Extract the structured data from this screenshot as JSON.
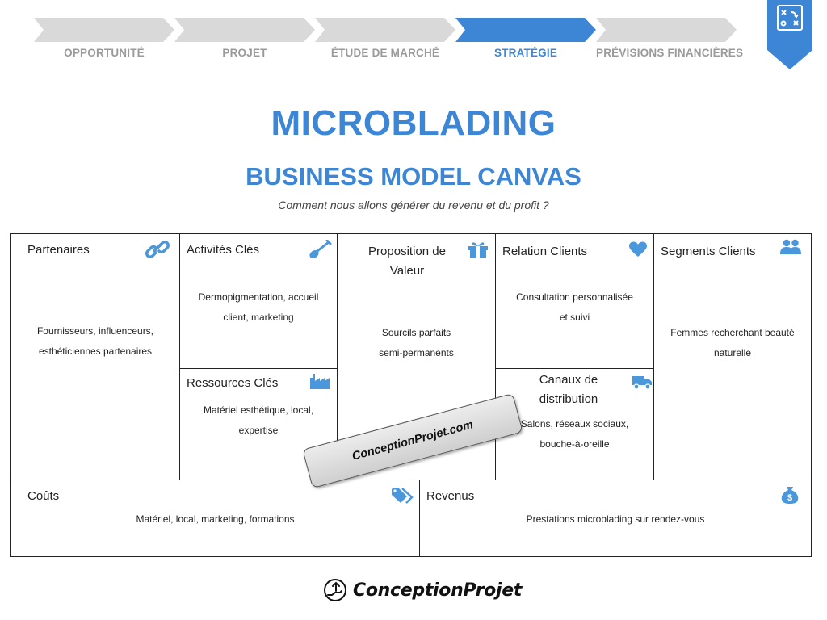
{
  "steps": [
    {
      "label": "OPPORTUNITÉ",
      "active": false
    },
    {
      "label": "PROJET",
      "active": false
    },
    {
      "label": "ÉTUDE DE MARCHÉ",
      "active": false
    },
    {
      "label": "STRATÉGIE",
      "active": true
    },
    {
      "label": "PRÉVISIONS FINANCIÈRES",
      "active": false
    }
  ],
  "colors": {
    "accent": "#3d86d6",
    "step_inactive": "#d9d9d9",
    "step_label_inactive": "#9a9a9a",
    "icon": "#4a97db",
    "border": "#222222"
  },
  "header": {
    "title": "MICROBLADING",
    "subtitle": "BUSINESS MODEL CANVAS",
    "tagline": "Comment nous allons générer du revenu et du profit ?",
    "badge_icon": "strategy-board-icon"
  },
  "canvas": {
    "partenaires": {
      "title": "Partenaires",
      "icon": "link-icon",
      "body": [
        "Fournisseurs, influenceurs,",
        "esthéticiennes partenaires"
      ]
    },
    "activites": {
      "title": "Activités Clés",
      "icon": "shovel-icon",
      "body": [
        "Dermopigmentation, accueil",
        "client, marketing"
      ]
    },
    "ressources": {
      "title": "Ressources Clés",
      "icon": "factory-icon",
      "body": [
        "Matériel esthétique, local,",
        "expertise"
      ]
    },
    "proposition": {
      "title_line1": "Proposition de",
      "title_line2": "Valeur",
      "icon": "gift-icon",
      "body": [
        "Sourcils parfaits",
        "semi-permanents"
      ]
    },
    "relation": {
      "title": "Relation Clients",
      "icon": "heart-icon",
      "body": [
        "Consultation personnalisée",
        "et suivi"
      ]
    },
    "canaux": {
      "title_line1": "Canaux de",
      "title_line2": "distribution",
      "icon": "truck-icon",
      "body": [
        "Salons, réseaux sociaux,",
        "bouche-à-oreille"
      ]
    },
    "segments": {
      "title": "Segments Clients",
      "icon": "users-icon",
      "body": [
        "Femmes recherchant beauté",
        "naturelle"
      ]
    },
    "couts": {
      "title": "Coûts",
      "icon": "tag-icon",
      "body": "Matériel, local, marketing, formations"
    },
    "revenus": {
      "title": "Revenus",
      "icon": "money-bag-icon",
      "body": "Prestations microblading sur rendez-vous"
    }
  },
  "watermark": "ConceptionProjet.com",
  "footer": {
    "logo_text": "ConceptionProjet"
  }
}
